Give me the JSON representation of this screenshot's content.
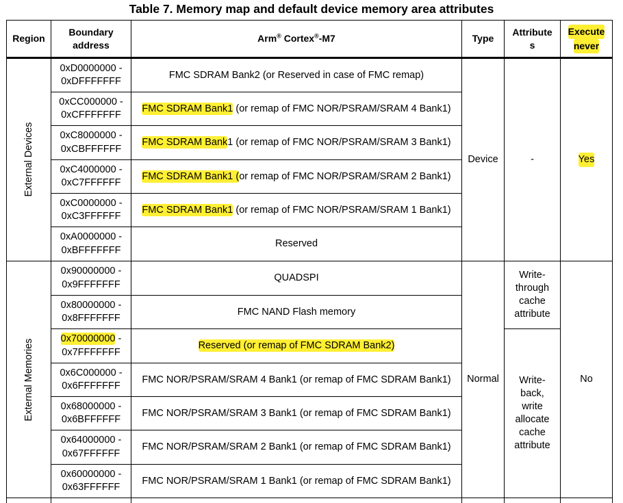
{
  "title": "Table 7. Memory map and default device memory area attributes",
  "headers": {
    "region": "Region",
    "boundary_1": "Boundary",
    "boundary_2": "address",
    "arm_pre": "Arm",
    "arm_reg": "®",
    "arm_mid": " Cortex",
    "arm_reg2": "®",
    "arm_post": "-M7",
    "type": "Type",
    "attr_1": "Attribute",
    "attr_2": "s",
    "exec_hl": "Execute",
    "exec_2": "never"
  },
  "groups": {
    "external_devices": "External Devices",
    "external_memories": "External Memories"
  },
  "rows": [
    {
      "addr1": "0xD0000000 -",
      "addr2": "0xDFFFFFFF",
      "desc_hl": "",
      "desc": "FMC SDRAM Bank2 (or Reserved in case of FMC remap)"
    },
    {
      "addr1": "0xCC000000 -",
      "addr2": "0xCFFFFFFF",
      "desc_hl": "FMC SDRAM Bank1",
      "desc": " (or remap of FMC NOR/PSRAM/SRAM 4 Bank1)"
    },
    {
      "addr1": "0xC8000000 -",
      "addr2": "0xCBFFFFFF",
      "desc_hl": "FMC SDRAM Bank",
      "desc": "1 (or remap of FMC NOR/PSRAM/SRAM 3 Bank1)"
    },
    {
      "addr1": "0xC4000000 -",
      "addr2": "0xC7FFFFFF",
      "desc_hl": "FMC SDRAM Bank1 (",
      "desc": "or remap of FMC NOR/PSRAM/SRAM 2 Bank1)"
    },
    {
      "addr1": "0xC0000000 -",
      "addr2": "0xC3FFFFFF",
      "desc_hl": "FMC SDRAM Bank1",
      "desc": " (or remap of FMC NOR/PSRAM/SRAM 1 Bank1)"
    },
    {
      "addr1": "0xA0000000 -",
      "addr2": "0xBFFFFFFF",
      "desc_hl": "",
      "desc": "Reserved"
    },
    {
      "addr1": "0x90000000 -",
      "addr2": "0x9FFFFFFF",
      "desc_hl": "",
      "desc": "QUADSPI"
    },
    {
      "addr1": "0x80000000 -",
      "addr2": "0x8FFFFFFF",
      "desc_hl": "",
      "desc": "FMC NAND Flash memory"
    },
    {
      "addr1_hl": "0x70000000",
      "addr1": " -",
      "addr2": "0x7FFFFFFF",
      "desc_hl": "Reserved (or remap of FMC SDRAM Bank2)",
      "desc": ""
    },
    {
      "addr1": "0x6C000000 -",
      "addr2": "0x6FFFFFFF",
      "desc_hl": "",
      "desc": "FMC NOR/PSRAM/SRAM 4 Bank1 (or remap of FMC SDRAM Bank1)"
    },
    {
      "addr1": "0x68000000 -",
      "addr2": "0x6BFFFFFF",
      "desc_hl": "",
      "desc": "FMC NOR/PSRAM/SRAM 3 Bank1 (or remap of FMC SDRAM Bank1)"
    },
    {
      "addr1": "0x64000000 -",
      "addr2": "0x67FFFFFF",
      "desc_hl": "",
      "desc": "FMC NOR/PSRAM/SRAM 2 Bank1 (or remap of FMC SDRAM Bank1)"
    },
    {
      "addr1": "0x60000000 -",
      "addr2": "0x63FFFFFF",
      "desc_hl": "",
      "desc": "FMC NOR/PSRAM/SRAM 1 Bank1 (or remap of FMC SDRAM Bank1)"
    }
  ],
  "devices": {
    "type": "Device",
    "attr": "-",
    "xn": "Yes"
  },
  "memories": {
    "type": "Normal",
    "attr_wt": [
      "Write-",
      "through",
      "cache",
      "attribute"
    ],
    "attr_wb": [
      "Write-",
      "back,",
      "write",
      "allocate",
      "cache",
      "attribute"
    ],
    "xn": "No"
  },
  "colors": {
    "highlight": "#ffef33",
    "border": "#000000",
    "background": "#ffffff"
  }
}
